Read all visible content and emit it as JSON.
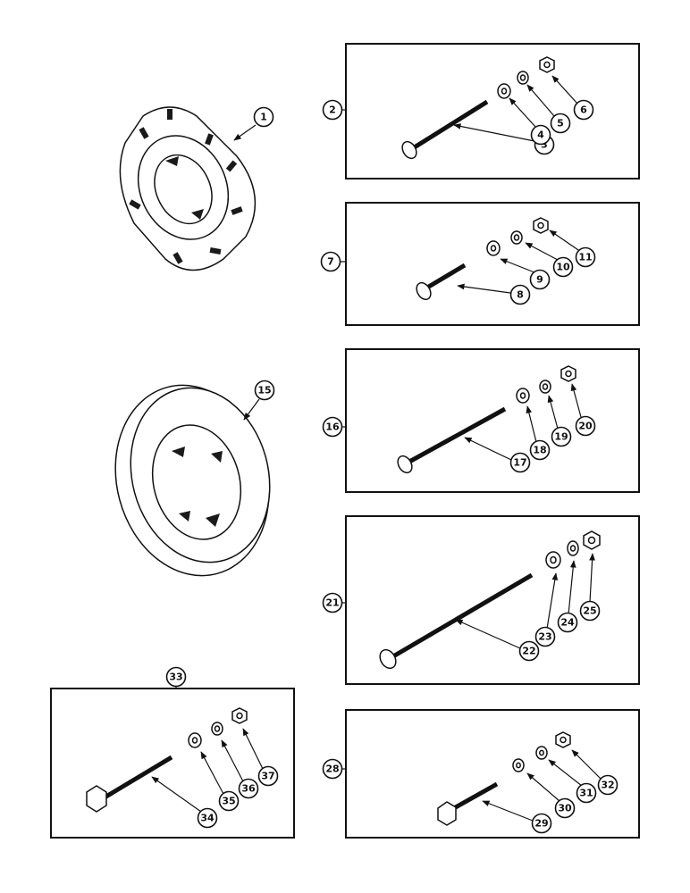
{
  "diagram": {
    "callouts": {
      "c1": "1",
      "c2": "2",
      "c3": "3",
      "c4": "4",
      "c5": "5",
      "c6": "6",
      "c7": "7",
      "c8": "8",
      "c9": "9",
      "c10": "10",
      "c11": "11",
      "c15": "15",
      "c16": "16",
      "c17": "17",
      "c18": "18",
      "c19": "19",
      "c20": "20",
      "c21": "21",
      "c22": "22",
      "c23": "23",
      "c24": "24",
      "c25": "25",
      "c28": "28",
      "c29": "29",
      "c30": "30",
      "c31": "31",
      "c32": "32",
      "c33": "33",
      "c34": "34",
      "c35": "35",
      "c36": "36",
      "c37": "37"
    }
  }
}
